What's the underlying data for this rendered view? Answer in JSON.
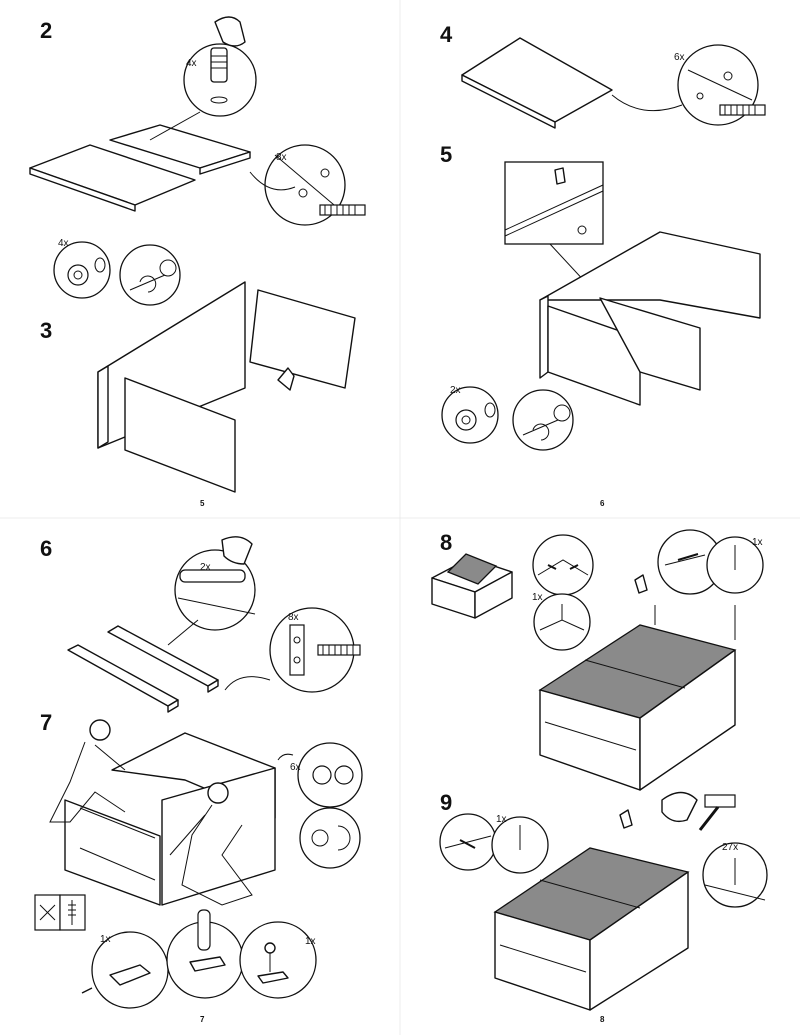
{
  "steps": [
    {
      "number": "2",
      "quantities": [
        "4x",
        "8x"
      ]
    },
    {
      "number": "3",
      "quantities": [
        "4x"
      ]
    },
    {
      "number": "4",
      "quantities": [
        "6x"
      ]
    },
    {
      "number": "5",
      "quantities": [
        "2x"
      ]
    },
    {
      "number": "6",
      "quantities": [
        "2x",
        "8x"
      ]
    },
    {
      "number": "7",
      "quantities": [
        "6x",
        "1x",
        "1x"
      ]
    },
    {
      "number": "8",
      "quantities": [
        "1x",
        "1x"
      ]
    },
    {
      "number": "9",
      "quantities": [
        "1x",
        "27x"
      ]
    }
  ],
  "page_numbers": [
    "5",
    "6",
    "7",
    "8"
  ],
  "colors": {
    "line": "#111111",
    "panel_fill": "#8a8a8a",
    "background": "#ffffff"
  },
  "icons": [
    "hammer-icon",
    "dowel-icon",
    "screw-icon",
    "cam-lock-icon",
    "hand-icon",
    "no-power-drill-icon"
  ]
}
